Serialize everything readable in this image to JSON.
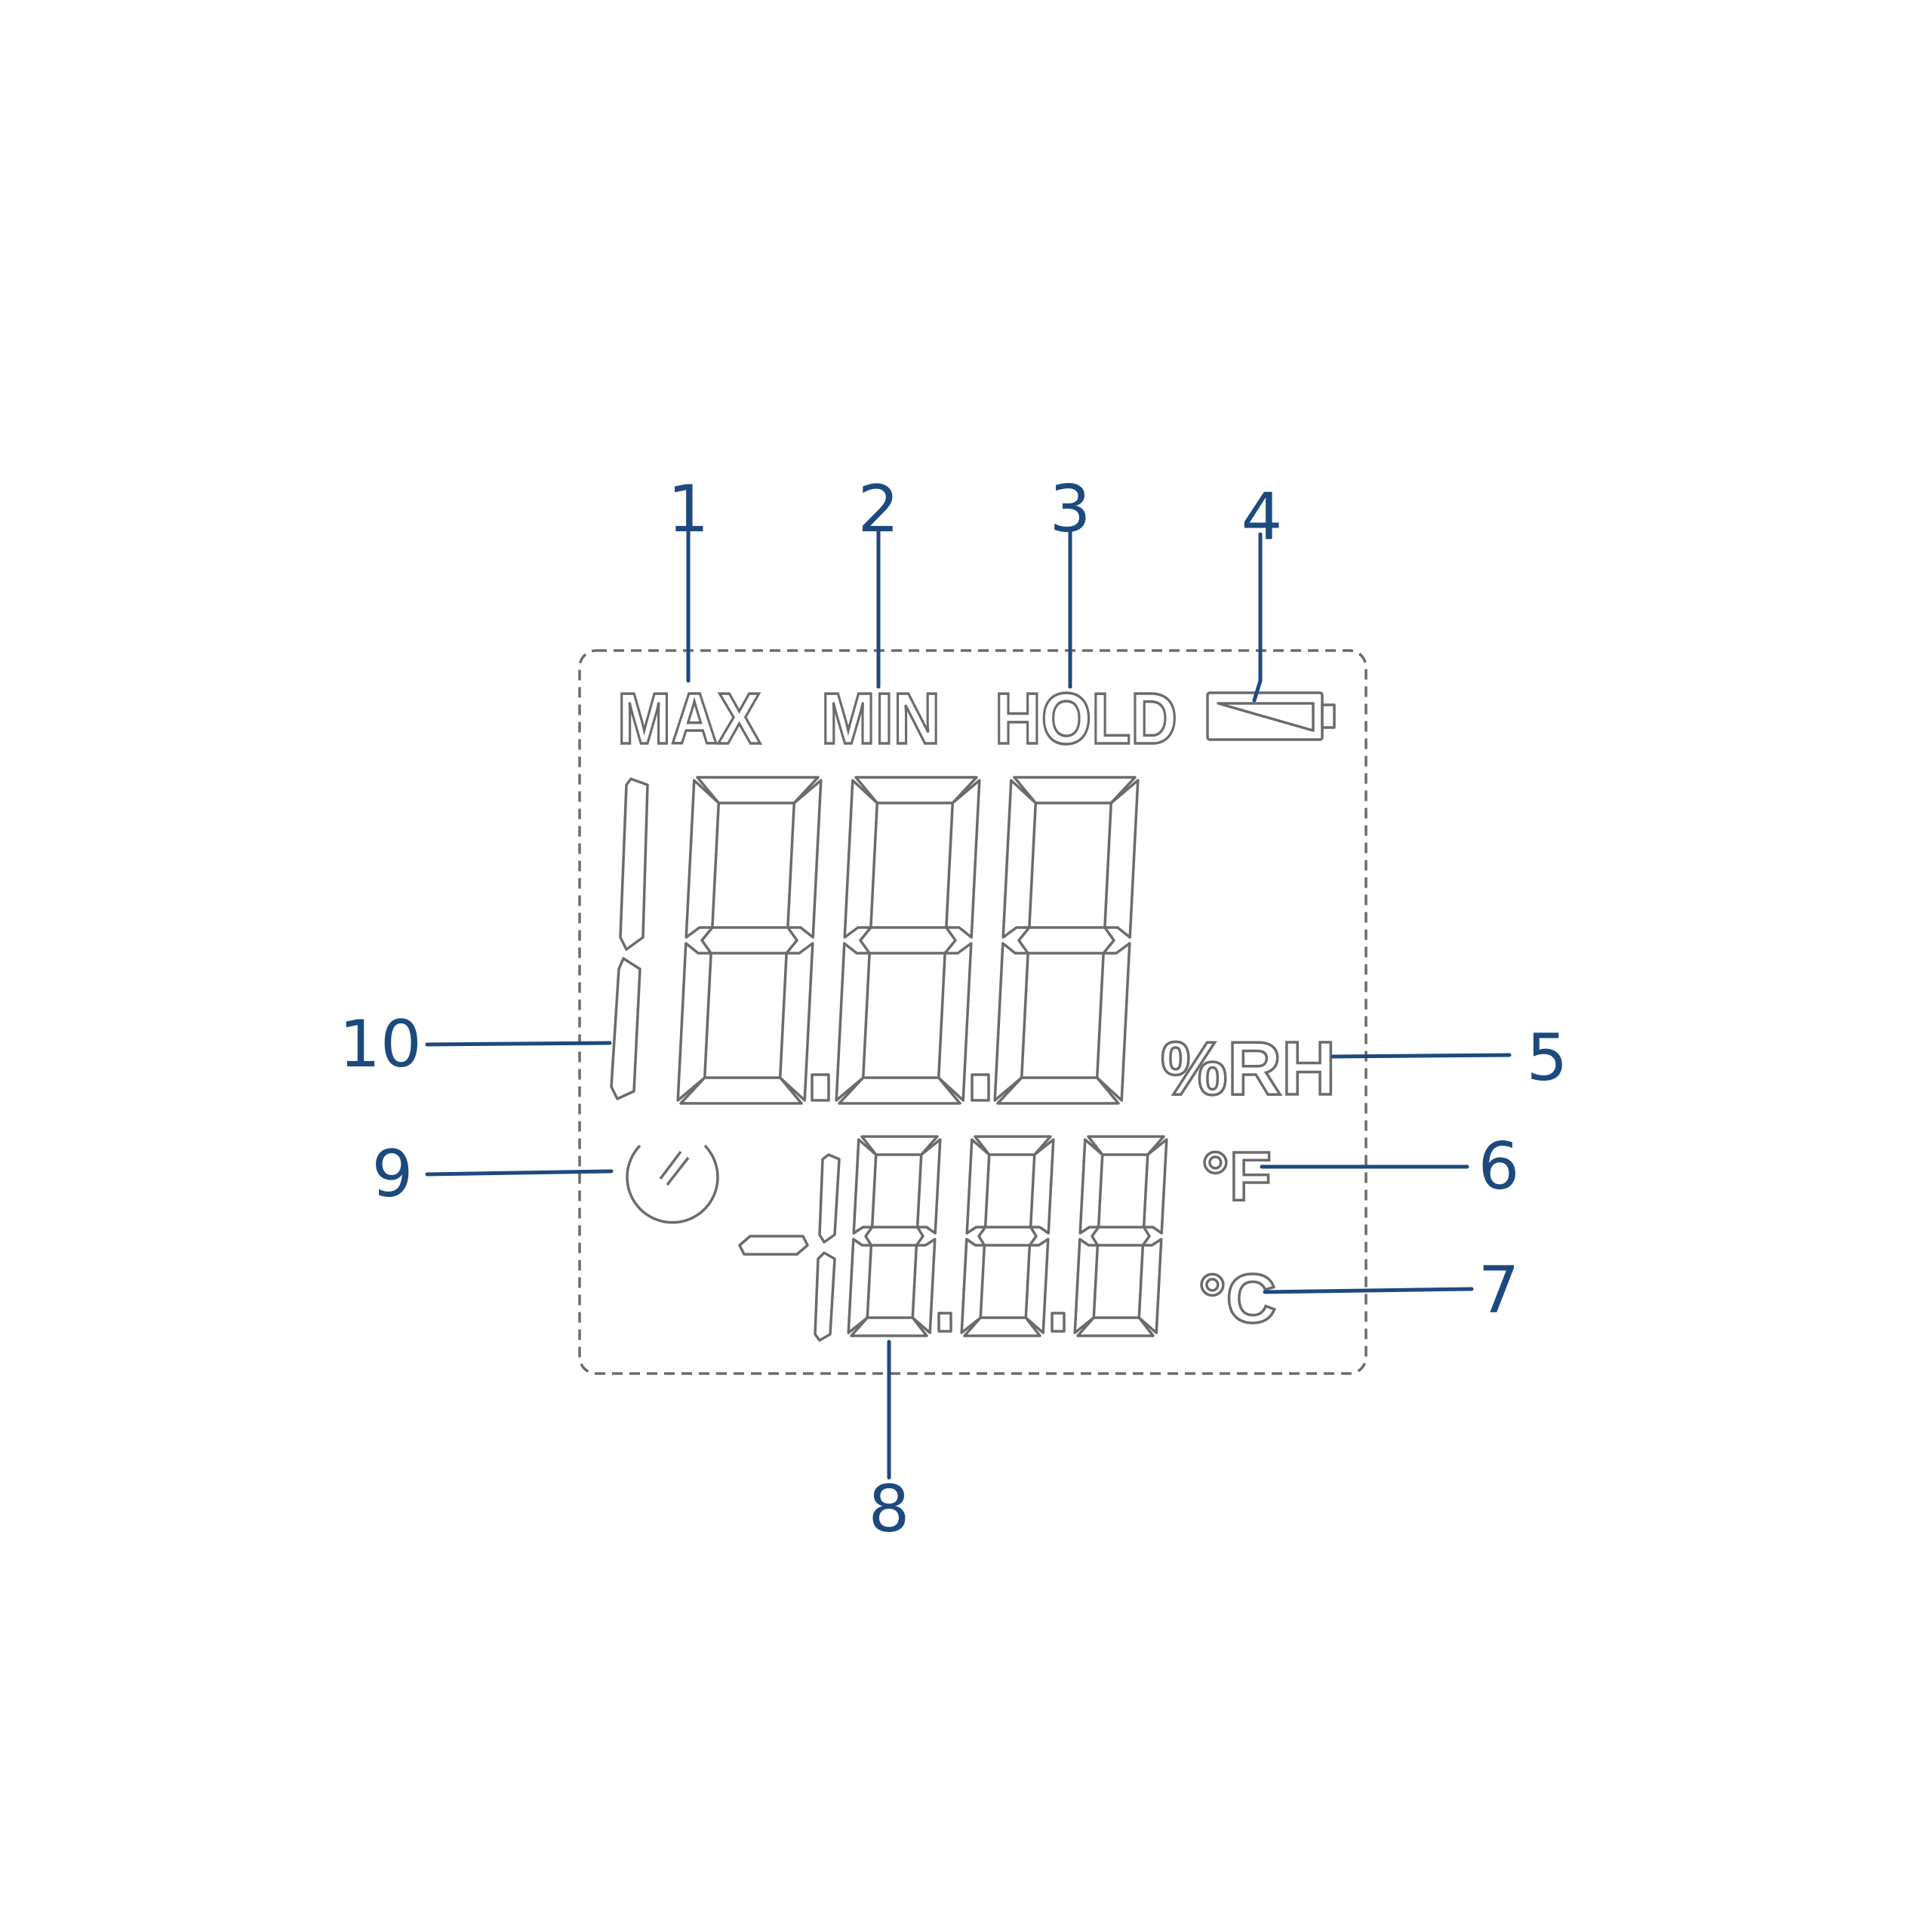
{
  "lcd": {
    "indicators": {
      "max": "MAX",
      "min": "MIN",
      "hold": "HOLD",
      "unit_humidity": "%RH",
      "unit_fahrenheit": "°F",
      "unit_celsius": "°C"
    },
    "icons": [
      "battery-icon",
      "auto-power-off-icon"
    ],
    "main_display": "188.8",
    "secondary_display": "-188.8"
  },
  "callouts": [
    {
      "number": "1"
    },
    {
      "number": "2"
    },
    {
      "number": "3"
    },
    {
      "number": "4"
    },
    {
      "number": "5"
    },
    {
      "number": "6"
    },
    {
      "number": "7"
    },
    {
      "number": "8"
    },
    {
      "number": "9"
    },
    {
      "number": "10"
    }
  ],
  "colors": {
    "callout": "#1c4a7e",
    "segment_outline": "#6b6b6b"
  }
}
